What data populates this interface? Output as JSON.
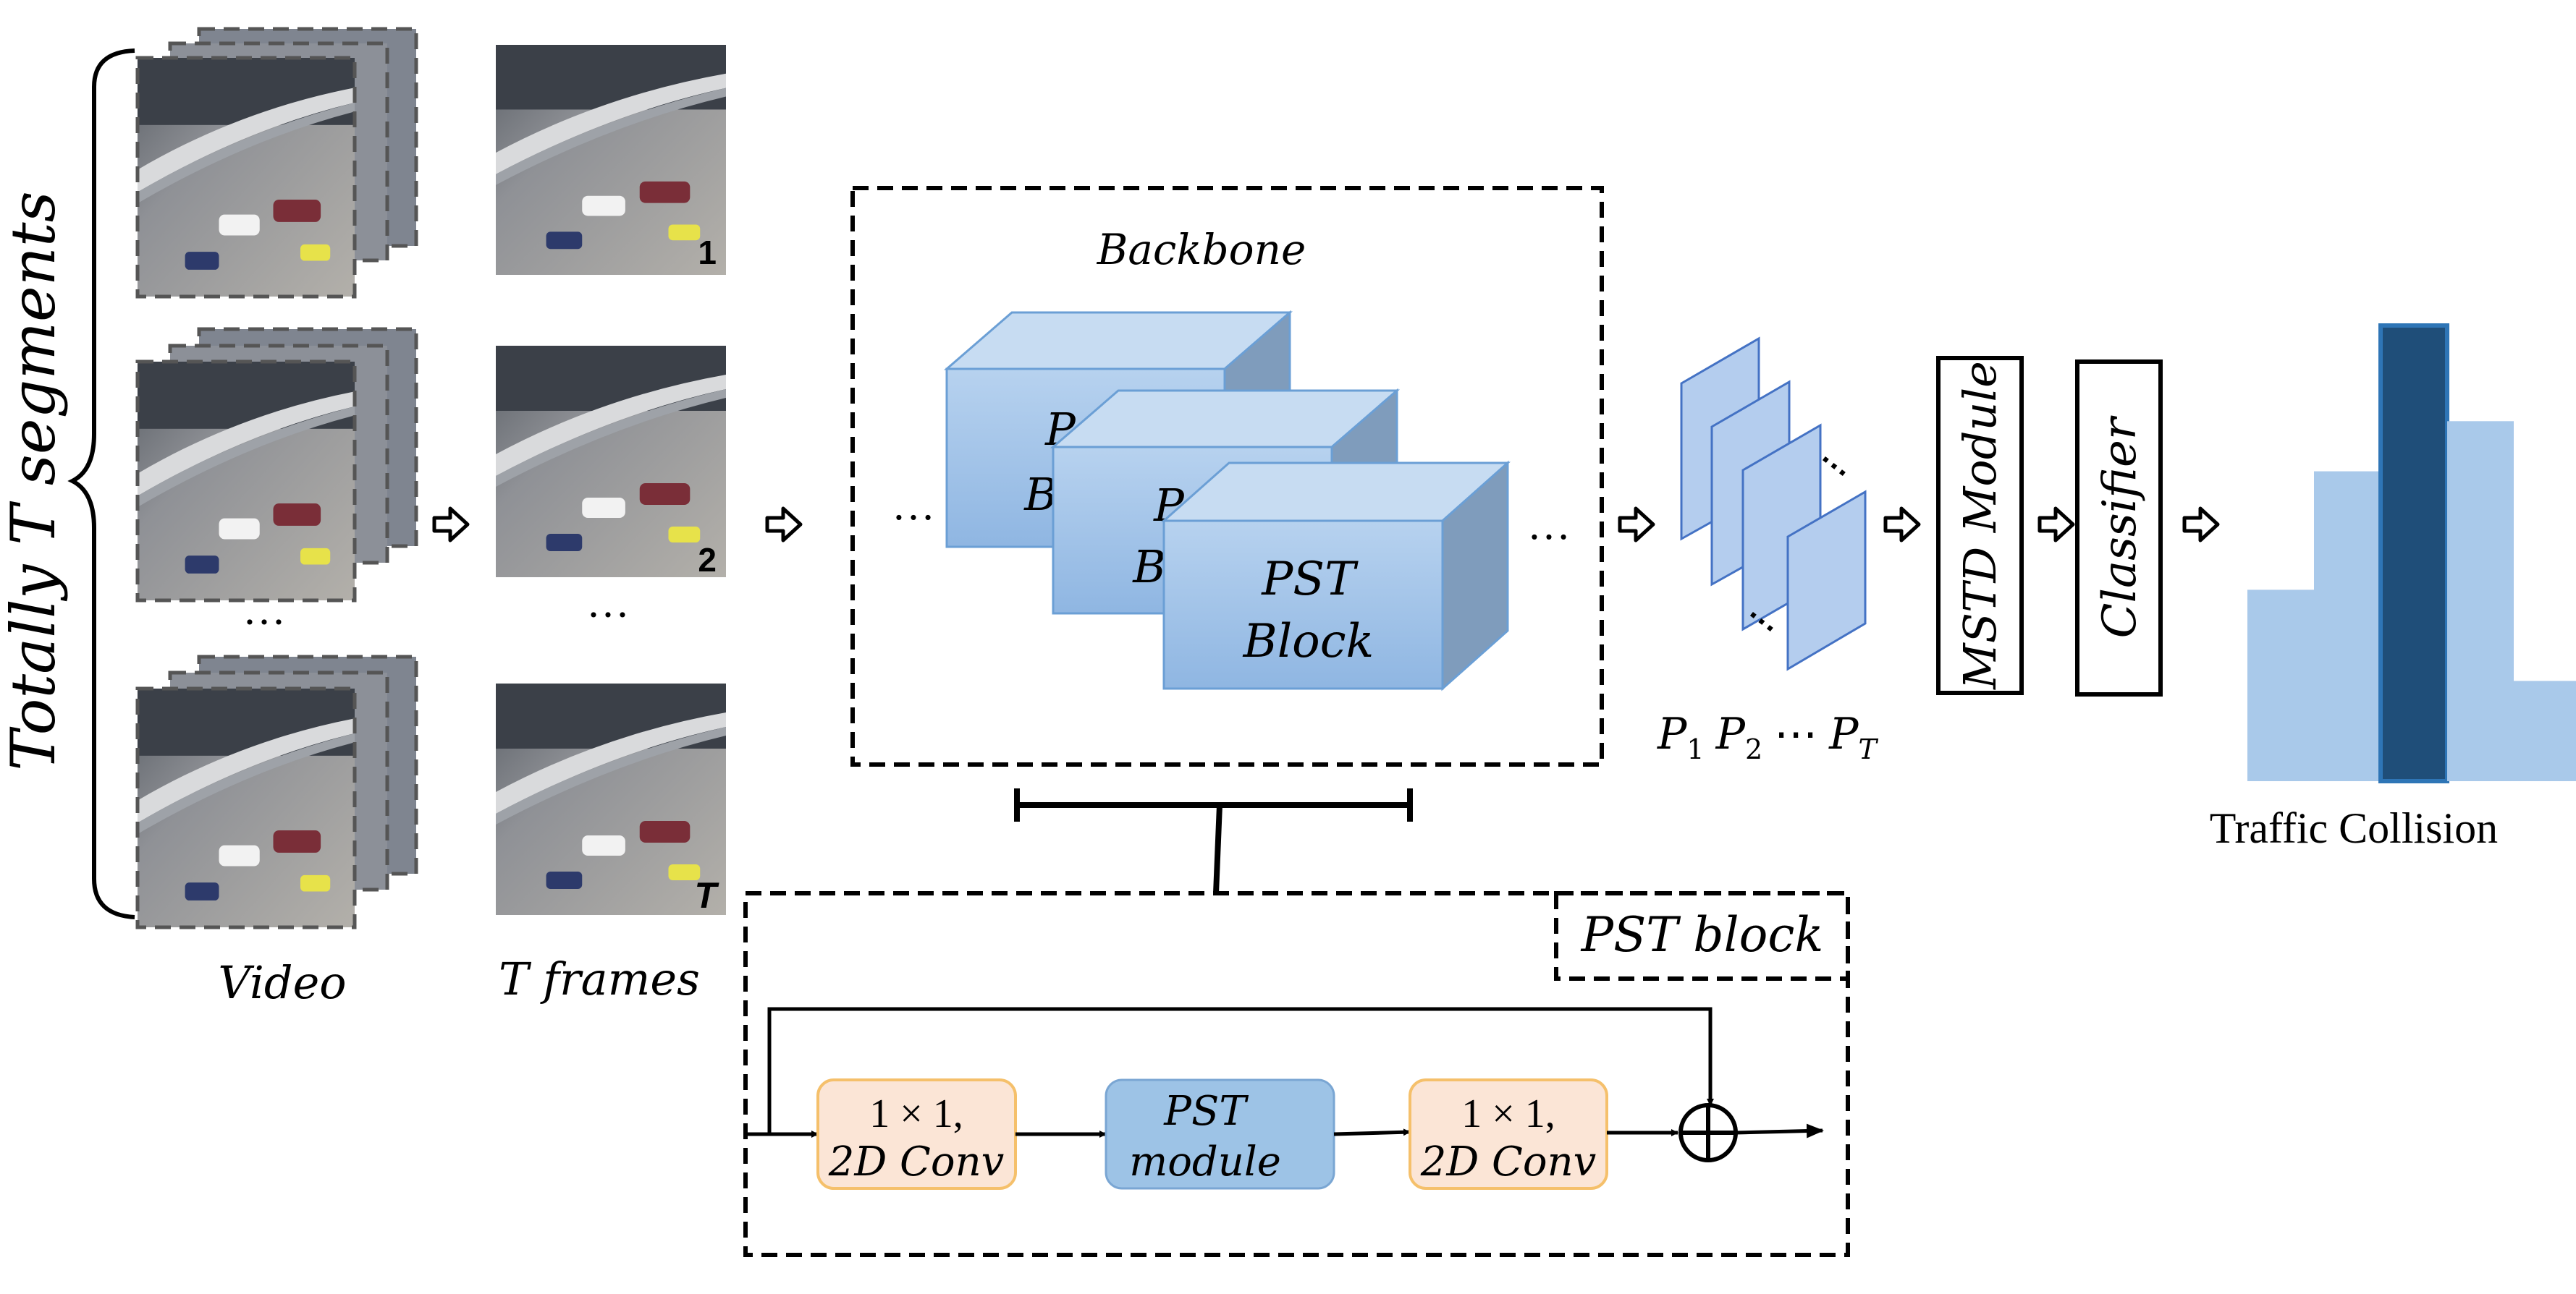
{
  "segments_label": "Totally T segments",
  "video_label": "Video",
  "frames_label": "T frames",
  "frame_badges": [
    "1",
    "2",
    "T"
  ],
  "ellipsis": "…",
  "vertical_ellipsis": "···",
  "backbone": {
    "title": "Backbone",
    "block_label_line1": "PST",
    "block_label_line2": "Block",
    "partial_line1": "P",
    "partial_line2": "B"
  },
  "features": {
    "p1": "P",
    "p1_sub": "1",
    "p2": "P",
    "p2_sub": "2",
    "pt": "P",
    "pt_sub": "T",
    "dots": "⋯"
  },
  "mstd_label": "MSTD Module",
  "classifier_label": "Classifier",
  "output_label": "Traffic Collision",
  "histogram": {
    "values": [
      0.42,
      0.68,
      1.0,
      0.79,
      0.22
    ],
    "highlight_index": 2,
    "bar_color": "#a9c9ea",
    "highlight_color": "#1f4e79"
  },
  "pst_block": {
    "title": "PST block",
    "conv1_line1": "1 × 1,",
    "conv1_line2": "2D Conv",
    "module_line1": "PST",
    "module_line2": "module",
    "conv2_line1": "1 × 1,",
    "conv2_line2": "2D Conv",
    "conv_fill": "#fbe5d6",
    "conv_stroke": "#f5c06b",
    "module_fill": "#9dc3e6"
  }
}
